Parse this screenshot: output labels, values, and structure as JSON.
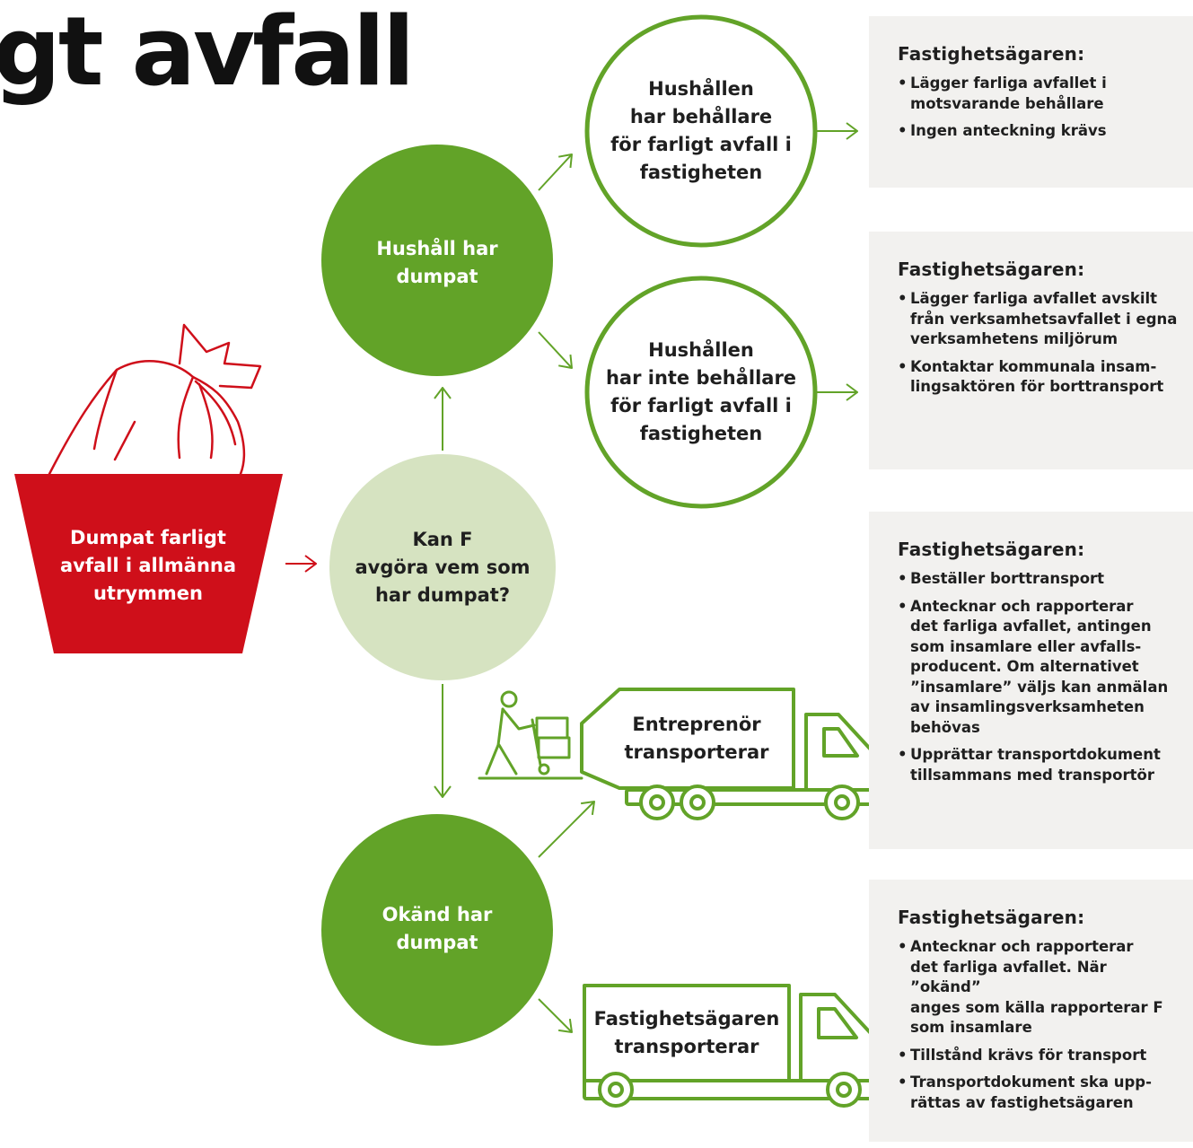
{
  "title": "gt avfall",
  "colors": {
    "green": "#62a328",
    "light_green": "#d6e3c1",
    "red": "#cf0f1a",
    "panel": "#f2f1ef"
  },
  "nodes": {
    "dumped": "Dumpat farligt\navfall  i allmänna\nutrymmen",
    "question": "Kan F\navgöra vem som\nhar dumpat?",
    "household": "Hushåll har\ndumpat",
    "unknown": "Okänd har\ndumpat",
    "has_container": "Hushållen\nhar behållare\nför farligt avfall i\nfastigheten",
    "no_container": "Hushållen\nhar inte behållare\nför farligt avfall i\nfastigheten",
    "contractor": "Entreprenör\ntransporterar",
    "owner_transport": "Fastighetsägaren\ntransporterar"
  },
  "icons": {
    "bag": "waste-bag-icon",
    "worker": "worker-with-cart-icon",
    "truck": "truck-icon"
  },
  "panels": [
    {
      "heading": "Fastighetsägaren:",
      "items": [
        "Lägger farliga avfallet i\nmotsvarande behållare",
        "Ingen anteckning krävs"
      ]
    },
    {
      "heading": "Fastighetsägaren:",
      "items": [
        "Lägger farliga avfallet avskilt\nfrån verksamhetsavfallet i egna\nverksamhetens miljörum",
        "Kontaktar kommunala insam-\nlingsaktören för borttransport"
      ]
    },
    {
      "heading": "Fastighetsägaren:",
      "items": [
        "Beställer borttransport",
        "Antecknar och rapporterar\ndet farliga avfallet, antingen\nsom insamlare eller avfalls-\nproducent. Om alternativet\n”insamlare” väljs kan anmälan\nav insamlingsverksamheten\nbehövas",
        "Upprättar transportdokument\ntillsammans med transportör"
      ]
    },
    {
      "heading": "Fastighetsägaren:",
      "items": [
        "Antecknar och rapporterar\ndet farliga avfallet. När ”okänd”\nanges som källa rapporterar F\nsom insamlare",
        "Tillstånd krävs för transport",
        "Transportdokument ska upp-\nrättas av fastighetsägaren"
      ]
    }
  ]
}
